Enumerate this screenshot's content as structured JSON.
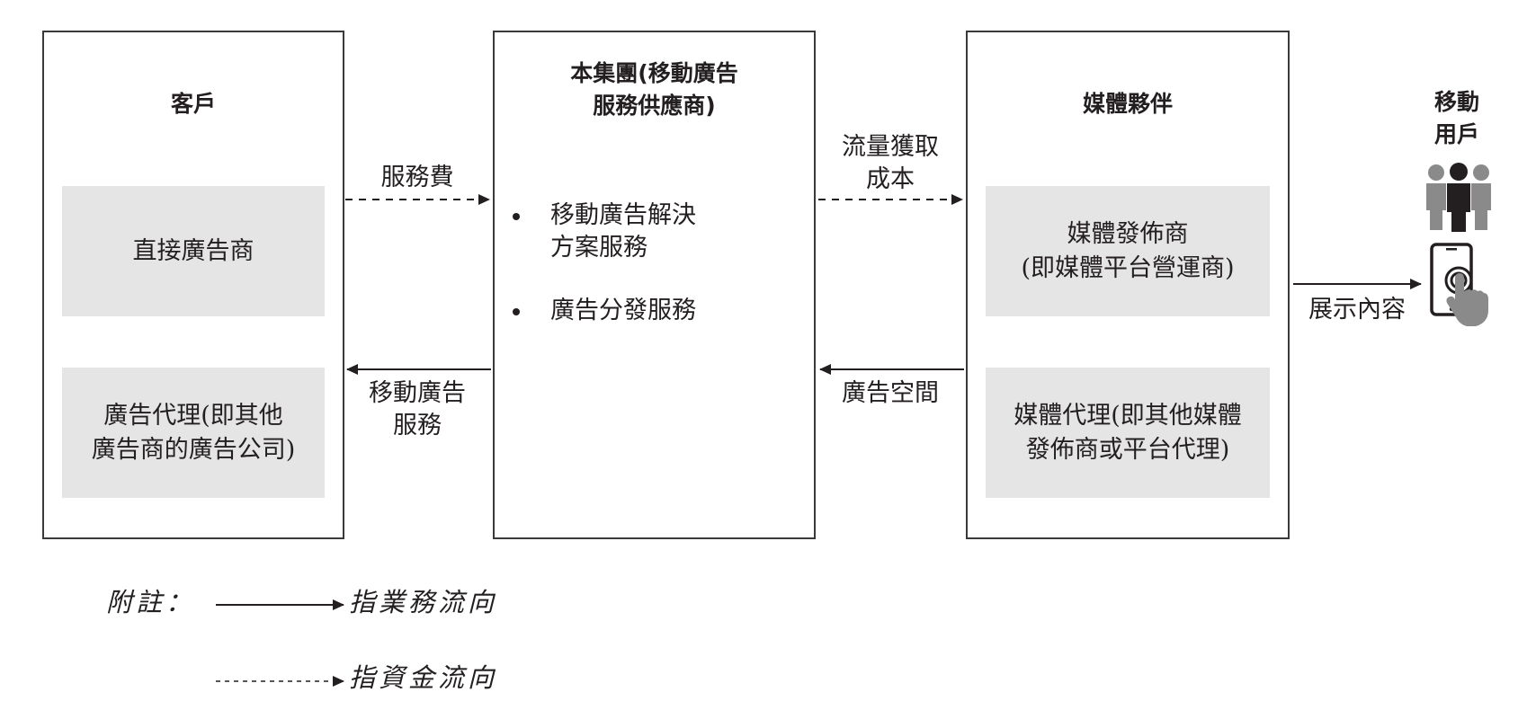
{
  "client": {
    "title": "客戶",
    "direct_advertisers": "直接廣告商",
    "ad_agencies": "廣告代理(即其他\n廣告商的廣告公司)"
  },
  "group": {
    "title": "本集團(移動廣告\n服務供應商)",
    "services": [
      "移動廣告解決\n方案服務",
      "廣告分發服務"
    ]
  },
  "media": {
    "title": "媒體夥伴",
    "publishers": "媒體發佈商\n(即媒體平台營運商)",
    "agencies": "媒體代理(即其他媒體\n發佈商或平台代理)"
  },
  "mobile_user": {
    "title": "移動\n用戶",
    "people_icon": "people-group-icon",
    "phone_icon": "phone-touch-icon"
  },
  "flows": {
    "service_fee": "服務費",
    "mobile_ad_service": "移動廣告\n服務",
    "traffic_cost": "流量獲取\n成本",
    "ad_space": "廣告空間",
    "display_content": "展示內容"
  },
  "legend": {
    "note": "附註：",
    "business_flow": "指業務流向",
    "fund_flow": "指資金流向"
  },
  "colors": {
    "line": "#231f20",
    "subbox": "#e5e5e5",
    "icon_dark": "#231f20",
    "icon_gray": "#8a8a8a"
  }
}
